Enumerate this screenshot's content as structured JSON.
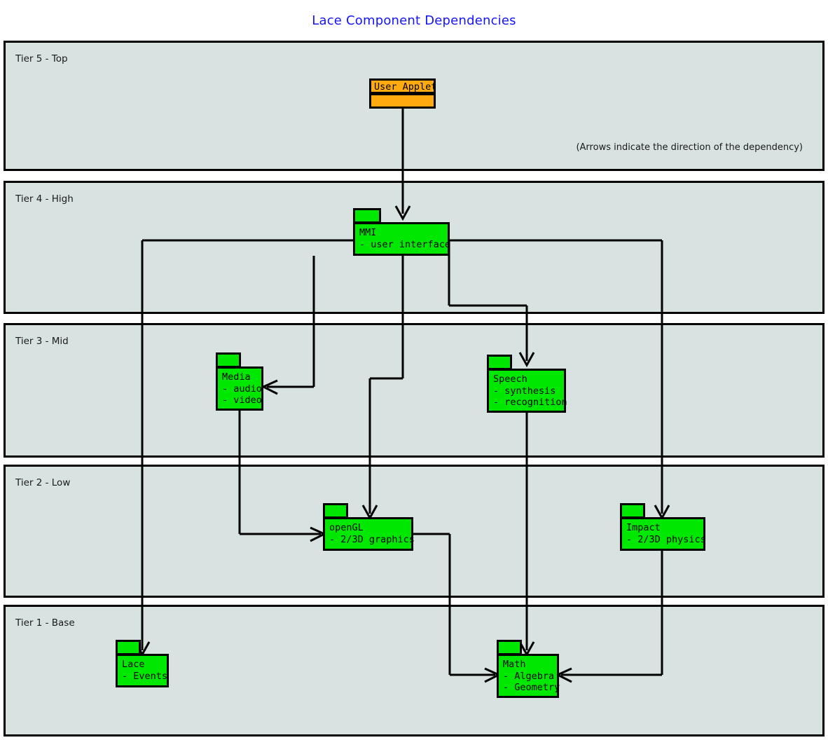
{
  "title": "Lace Component Dependencies",
  "title_color": "#1414ff",
  "colors": {
    "tier_background": "#d7e2e1",
    "package_green": "#00e800",
    "package_orange": "#ffab0f",
    "outline": "#000000",
    "canvas": "#ffffff"
  },
  "note": "(Arrows indicate the direction of the dependency)",
  "tiers": [
    {
      "label": "Tier 5 - Top"
    },
    {
      "label": "Tier 4 - High"
    },
    {
      "label": "Tier 3 - Mid"
    },
    {
      "label": "Tier 2 - Low"
    },
    {
      "label": "Tier 1 - Base"
    }
  ],
  "packages": [
    {
      "name": "User Applet",
      "lines": [
        "User Applet"
      ],
      "color": "#ffab0f",
      "tier": "Tier 5 - Top"
    },
    {
      "name": "MMI",
      "lines": [
        "MMI",
        "- user interface"
      ],
      "color": "#00e800",
      "tier": "Tier 4 - High"
    },
    {
      "name": "Media",
      "lines": [
        "Media",
        "- audio",
        "- video"
      ],
      "color": "#00e800",
      "tier": "Tier 3 - Mid"
    },
    {
      "name": "Speech",
      "lines": [
        "Speech",
        "- synthesis",
        "- recognition"
      ],
      "color": "#00e800",
      "tier": "Tier 3 - Mid"
    },
    {
      "name": "openGL",
      "lines": [
        "openGL",
        "- 2/3D graphics"
      ],
      "color": "#00e800",
      "tier": "Tier 2 - Low"
    },
    {
      "name": "Impact",
      "lines": [
        "Impact",
        "- 2/3D physics"
      ],
      "color": "#00e800",
      "tier": "Tier 2 - Low"
    },
    {
      "name": "Lace",
      "lines": [
        "Lace",
        "- Events"
      ],
      "color": "#00e800",
      "tier": "Tier 1 - Base"
    },
    {
      "name": "Math",
      "lines": [
        "Math",
        "- Algebra",
        "- Geometry"
      ],
      "color": "#00e800",
      "tier": "Tier 1 - Base"
    }
  ],
  "dependencies": [
    {
      "from": "User Applet",
      "to": "MMI"
    },
    {
      "from": "MMI",
      "to": "Media"
    },
    {
      "from": "MMI",
      "to": "Speech"
    },
    {
      "from": "MMI",
      "to": "openGL"
    },
    {
      "from": "MMI",
      "to": "Impact"
    },
    {
      "from": "MMI",
      "to": "Lace"
    },
    {
      "from": "Media",
      "to": "openGL"
    },
    {
      "from": "Speech",
      "to": "Math"
    },
    {
      "from": "openGL",
      "to": "Math"
    },
    {
      "from": "Impact",
      "to": "Math"
    }
  ],
  "package_text": {
    "user_applet": {
      "l0": "User Applet"
    },
    "mmi": {
      "l0": "MMI",
      "l1": "- user interface"
    },
    "media": {
      "l0": "Media",
      "l1": "- audio",
      "l2": "- video"
    },
    "speech": {
      "l0": "Speech",
      "l1": "- synthesis",
      "l2": "- recognition"
    },
    "opengl": {
      "l0": "openGL",
      "l1": "- 2/3D graphics"
    },
    "impact": {
      "l0": "Impact",
      "l1": "- 2/3D physics"
    },
    "lace": {
      "l0": "Lace",
      "l1": "- Events"
    },
    "math": {
      "l0": "Math",
      "l1": "- Algebra",
      "l2": "- Geometry"
    }
  }
}
